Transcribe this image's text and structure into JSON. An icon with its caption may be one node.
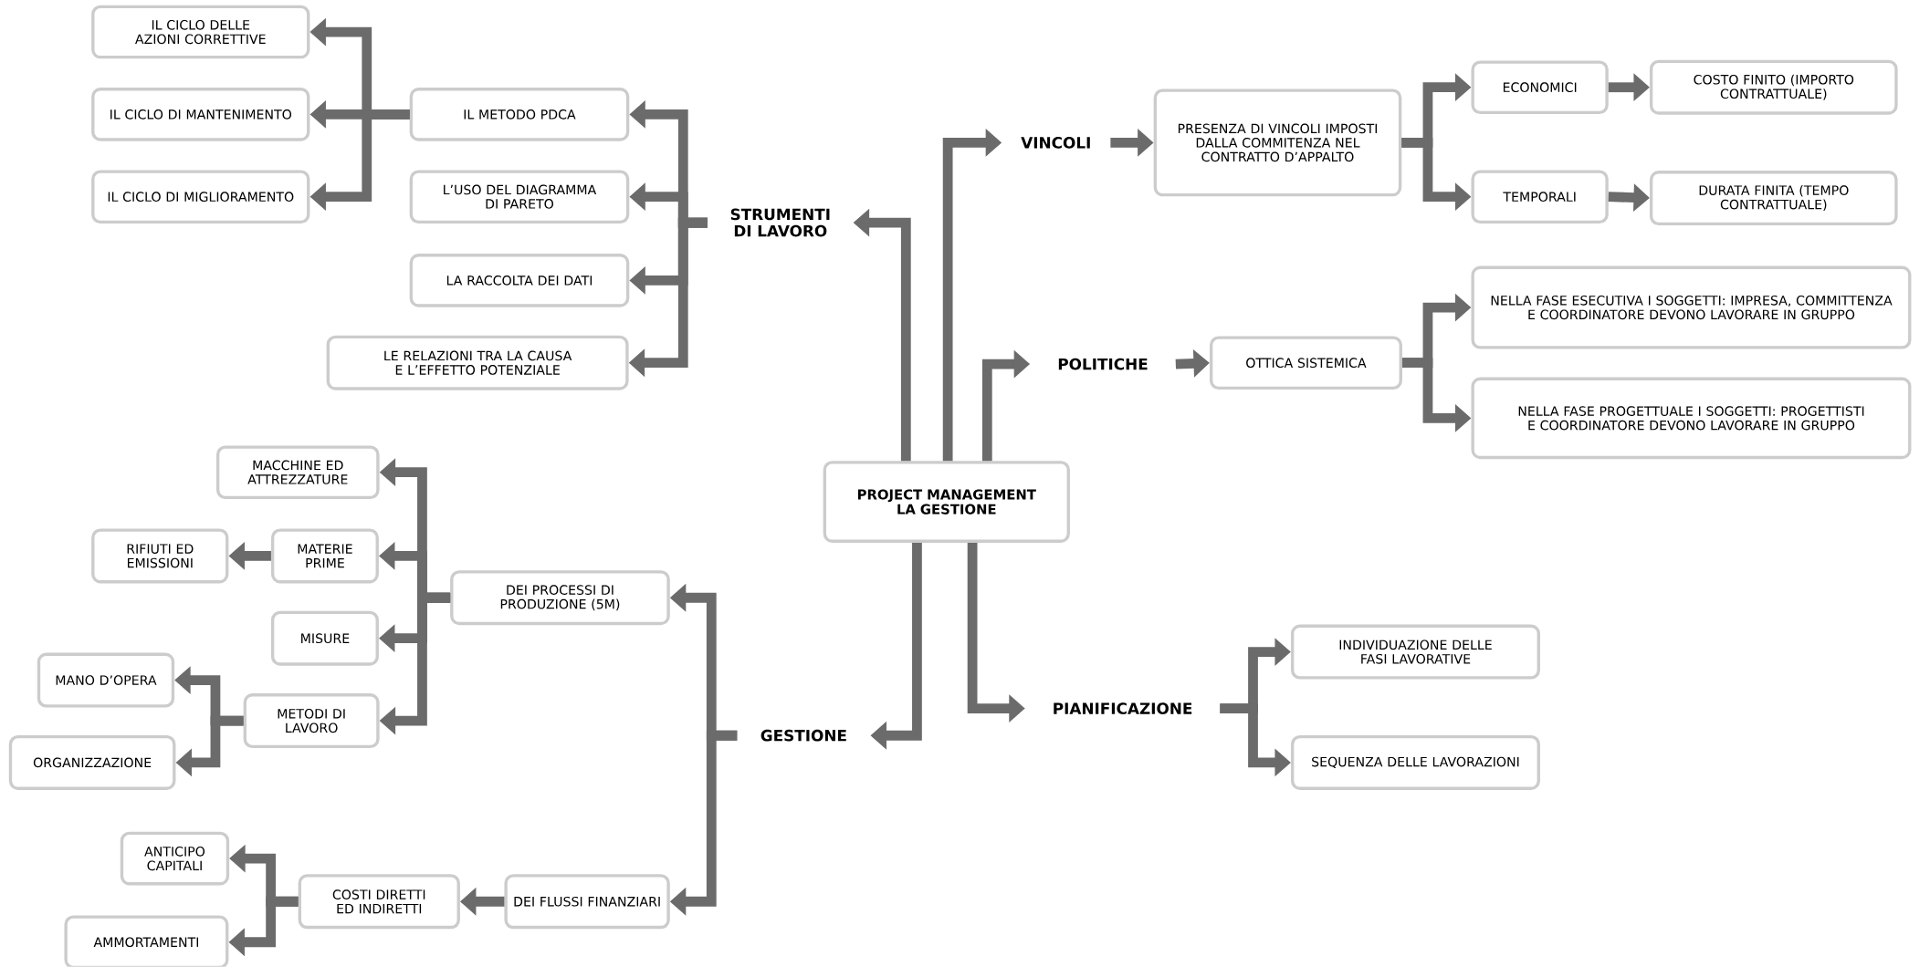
{
  "diagram": {
    "nodes": [
      {
        "text": [
          "PROJECT MANAGEMENT LA GESTIONE"
        ]
      },
      {
        "text": [
          "VINCOLI"
        ]
      },
      {
        "text": [
          "PRESENZA DI VINCOLI IMPOSTI DALLA COMMITENZA NEL CONTRATTO D’APPALTO"
        ]
      },
      {
        "text": [
          "ECONOMICI"
        ]
      },
      {
        "text": [
          "COSTO FINITO (IMPORTO CONTRATTUALE)"
        ]
      },
      {
        "text": [
          "TEMPORALI"
        ]
      },
      {
        "text": [
          "DURATA FINITA (TEMPO CONTRATTUALE)"
        ]
      },
      {
        "text": [
          "POLITICHE"
        ]
      },
      {
        "text": [
          "OTTICA SISTEMICA"
        ]
      },
      {
        "text": [
          "NELLA FASE ESECUTIVA I SOGGETTI: IMPRESA, COMMITTENZA E COORDINATORE DEVONO LAVORARE IN GRUPPO"
        ]
      },
      {
        "text": [
          "NELLA FASE PROGETTUALE I SOGGETTI: PROGETTISTI E COORDINATORE DEVONO LAVORARE IN GRUPPO"
        ]
      },
      {
        "text": [
          "PIANIFICAZIONE"
        ]
      },
      {
        "text": [
          "INDIVIDUAZIONE DELLE FASI LAVORATIVE"
        ]
      },
      {
        "text": [
          "SEQUENZA DELLE LAVORAZIONI"
        ]
      },
      {
        "text": [
          "STRUMENTI DI LAVORO"
        ]
      },
      {
        "text": [
          "IL METODO PDCA"
        ]
      },
      {
        "text": [
          "IL CICLO DELLE AZIONI CORRETTIVE"
        ]
      },
      {
        "text": [
          "IL CICLO DI MANTENIMENTO"
        ]
      },
      {
        "text": [
          "IL CICLO DI MIGLIORAMENTO"
        ]
      },
      {
        "text": [
          "L’USO DEL DIAGRAMMA DI PARETO"
        ]
      },
      {
        "text": [
          "LA RACCOLTA DEI DATI"
        ]
      },
      {
        "text": [
          "LE RELAZIONI TRA LA CAUSA E L’EFFETTO POTENZIALE"
        ]
      },
      {
        "text": [
          "GESTIONE"
        ]
      },
      {
        "text": [
          "DEI PROCESSI DI PRODUZIONE (5M)"
        ]
      },
      {
        "text": [
          "MACCHINE ED ATTREZZATURE"
        ]
      },
      {
        "text": [
          "MATERIE PRIME"
        ]
      },
      {
        "text": [
          "RIFIUTI ED EMISSIONI"
        ]
      },
      {
        "text": [
          "MISURE"
        ]
      },
      {
        "text": [
          "METODI DI LAVORO"
        ]
      },
      {
        "text": [
          "MANO D’OPERA"
        ]
      },
      {
        "text": [
          "ORGANIZZAZIONE"
        ]
      },
      {
        "text": [
          "DEI FLUSSI FINANZIARI"
        ]
      },
      {
        "text": [
          "COSTI DIRETTI ED INDIRETTI"
        ]
      },
      {
        "text": [
          "ANTICIPO CAPITALI"
        ]
      },
      {
        "text": [
          "AMMORTAMENTI"
        ]
      }
    ],
    "edges": [
      {
        "from": 0,
        "to": 1,
        "arrow": "to"
      },
      {
        "from": 1,
        "to": 2,
        "arrow": "to"
      },
      {
        "from": 2,
        "to": 3,
        "arrow": "to"
      },
      {
        "from": 3,
        "to": 4,
        "arrow": "to"
      },
      {
        "from": 2,
        "to": 5,
        "arrow": "to"
      },
      {
        "from": 5,
        "to": 6,
        "arrow": "to"
      },
      {
        "from": 0,
        "to": 7,
        "arrow": "to"
      },
      {
        "from": 7,
        "to": 8,
        "arrow": "to"
      },
      {
        "from": 8,
        "to": 9,
        "arrow": "to"
      },
      {
        "from": 8,
        "to": 10,
        "arrow": "to"
      },
      {
        "from": 0,
        "to": 11,
        "arrow": "to"
      },
      {
        "from": 11,
        "to": 12,
        "arrow": "to"
      },
      {
        "from": 11,
        "to": 13,
        "arrow": "to"
      },
      {
        "from": 0,
        "to": 14,
        "arrow": "to"
      },
      {
        "from": 14,
        "to": 15,
        "arrow": "to"
      },
      {
        "from": 15,
        "to": 16,
        "arrow": "to"
      },
      {
        "from": 15,
        "to": 17,
        "arrow": "to"
      },
      {
        "from": 15,
        "to": 18,
        "arrow": "to"
      },
      {
        "from": 14,
        "to": 19,
        "arrow": "to"
      },
      {
        "from": 14,
        "to": 20,
        "arrow": "to"
      },
      {
        "from": 14,
        "to": 21,
        "arrow": "to"
      },
      {
        "from": 0,
        "to": 22,
        "arrow": "to"
      },
      {
        "from": 22,
        "to": 23,
        "arrow": "to"
      },
      {
        "from": 23,
        "to": 24,
        "arrow": "to"
      },
      {
        "from": 23,
        "to": 25,
        "arrow": "to"
      },
      {
        "from": 25,
        "to": 26,
        "arrow": "to"
      },
      {
        "from": 23,
        "to": 27,
        "arrow": "to"
      },
      {
        "from": 23,
        "to": 28,
        "arrow": "to"
      },
      {
        "from": 28,
        "to": 29,
        "arrow": "to"
      },
      {
        "from": 28,
        "to": 30,
        "arrow": "to"
      },
      {
        "from": 22,
        "to": 31,
        "arrow": "to"
      },
      {
        "from": 31,
        "to": 32,
        "arrow": "to"
      },
      {
        "from": 32,
        "to": 33,
        "arrow": "to"
      },
      {
        "from": 32,
        "to": 34,
        "arrow": "to"
      }
    ]
  }
}
